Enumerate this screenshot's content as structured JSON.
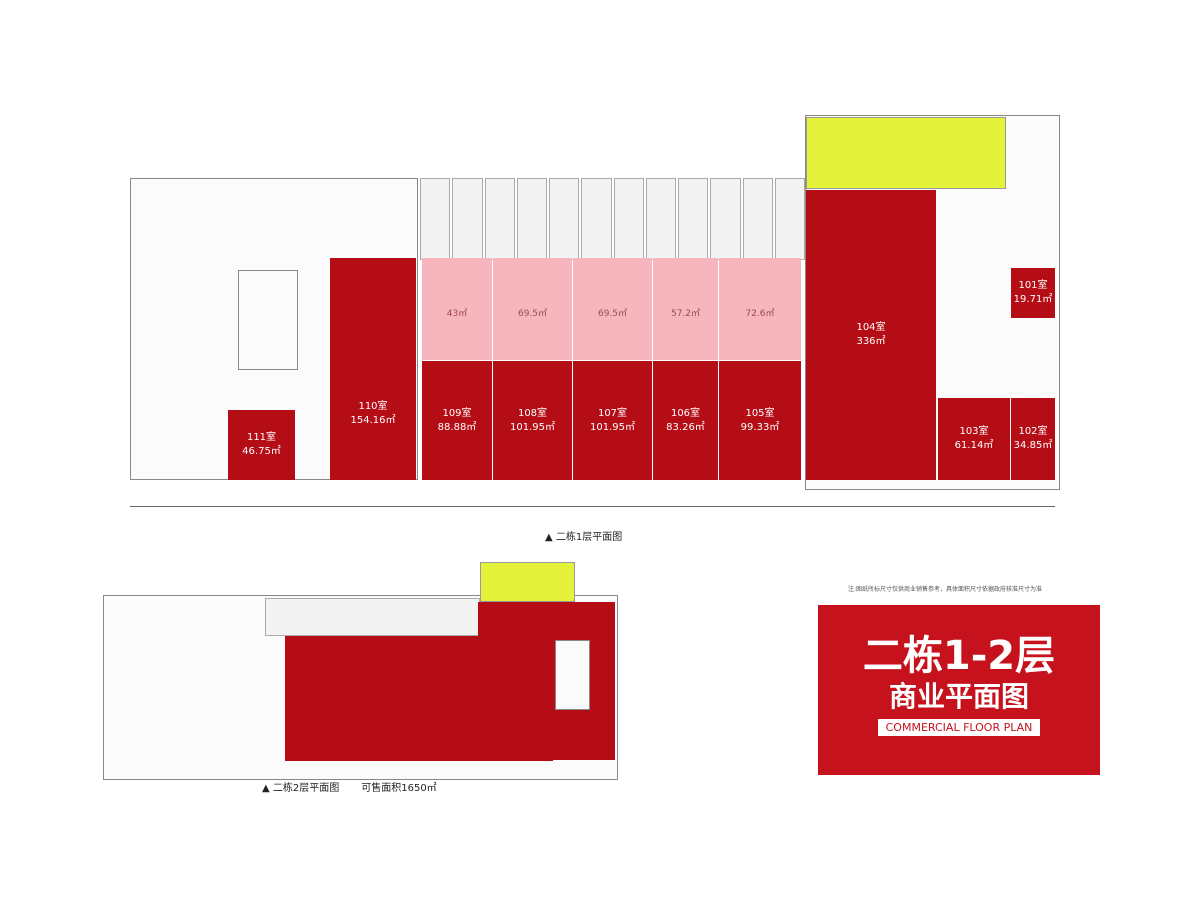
{
  "floor1": {
    "caption": "▲  二栋1层平面图",
    "shops": [
      {
        "unit": "111室",
        "area": "46.75㎡"
      },
      {
        "unit": "110室",
        "area": "154.16㎡"
      },
      {
        "unit": "109室",
        "area": "88.88㎡"
      },
      {
        "unit": "108室",
        "area": "101.95㎡"
      },
      {
        "unit": "107室",
        "area": "101.95㎡"
      },
      {
        "unit": "106室",
        "area": "83.26㎡"
      },
      {
        "unit": "105室",
        "area": "99.33㎡"
      },
      {
        "unit": "104室",
        "area": "336㎡"
      },
      {
        "unit": "103室",
        "area": "61.14㎡"
      },
      {
        "unit": "102室",
        "area": "34.85㎡"
      },
      {
        "unit": "101室",
        "area": "19.71㎡"
      }
    ],
    "mezzanine_areas": [
      "43㎡",
      "69.5㎡",
      "69.5㎡",
      "57.2㎡",
      "72.6㎡"
    ]
  },
  "floor2": {
    "caption": "▲  二栋2层平面图",
    "saleable_area": "可售面积1650㎡"
  },
  "title_box": {
    "line1": "二栋1-2层",
    "line2": "商业平面图",
    "english": "COMMERCIAL FLOOR PLAN"
  },
  "note": "注:图纸所标尺寸仅供商业销售参考，具体面积尺寸依据政府核准尺寸为准",
  "colors": {
    "shop_red": "#b50d16",
    "mezzanine_pink": "#f7b5bd",
    "core_yellow": "#e5f23a",
    "title_red": "#c5121d"
  }
}
